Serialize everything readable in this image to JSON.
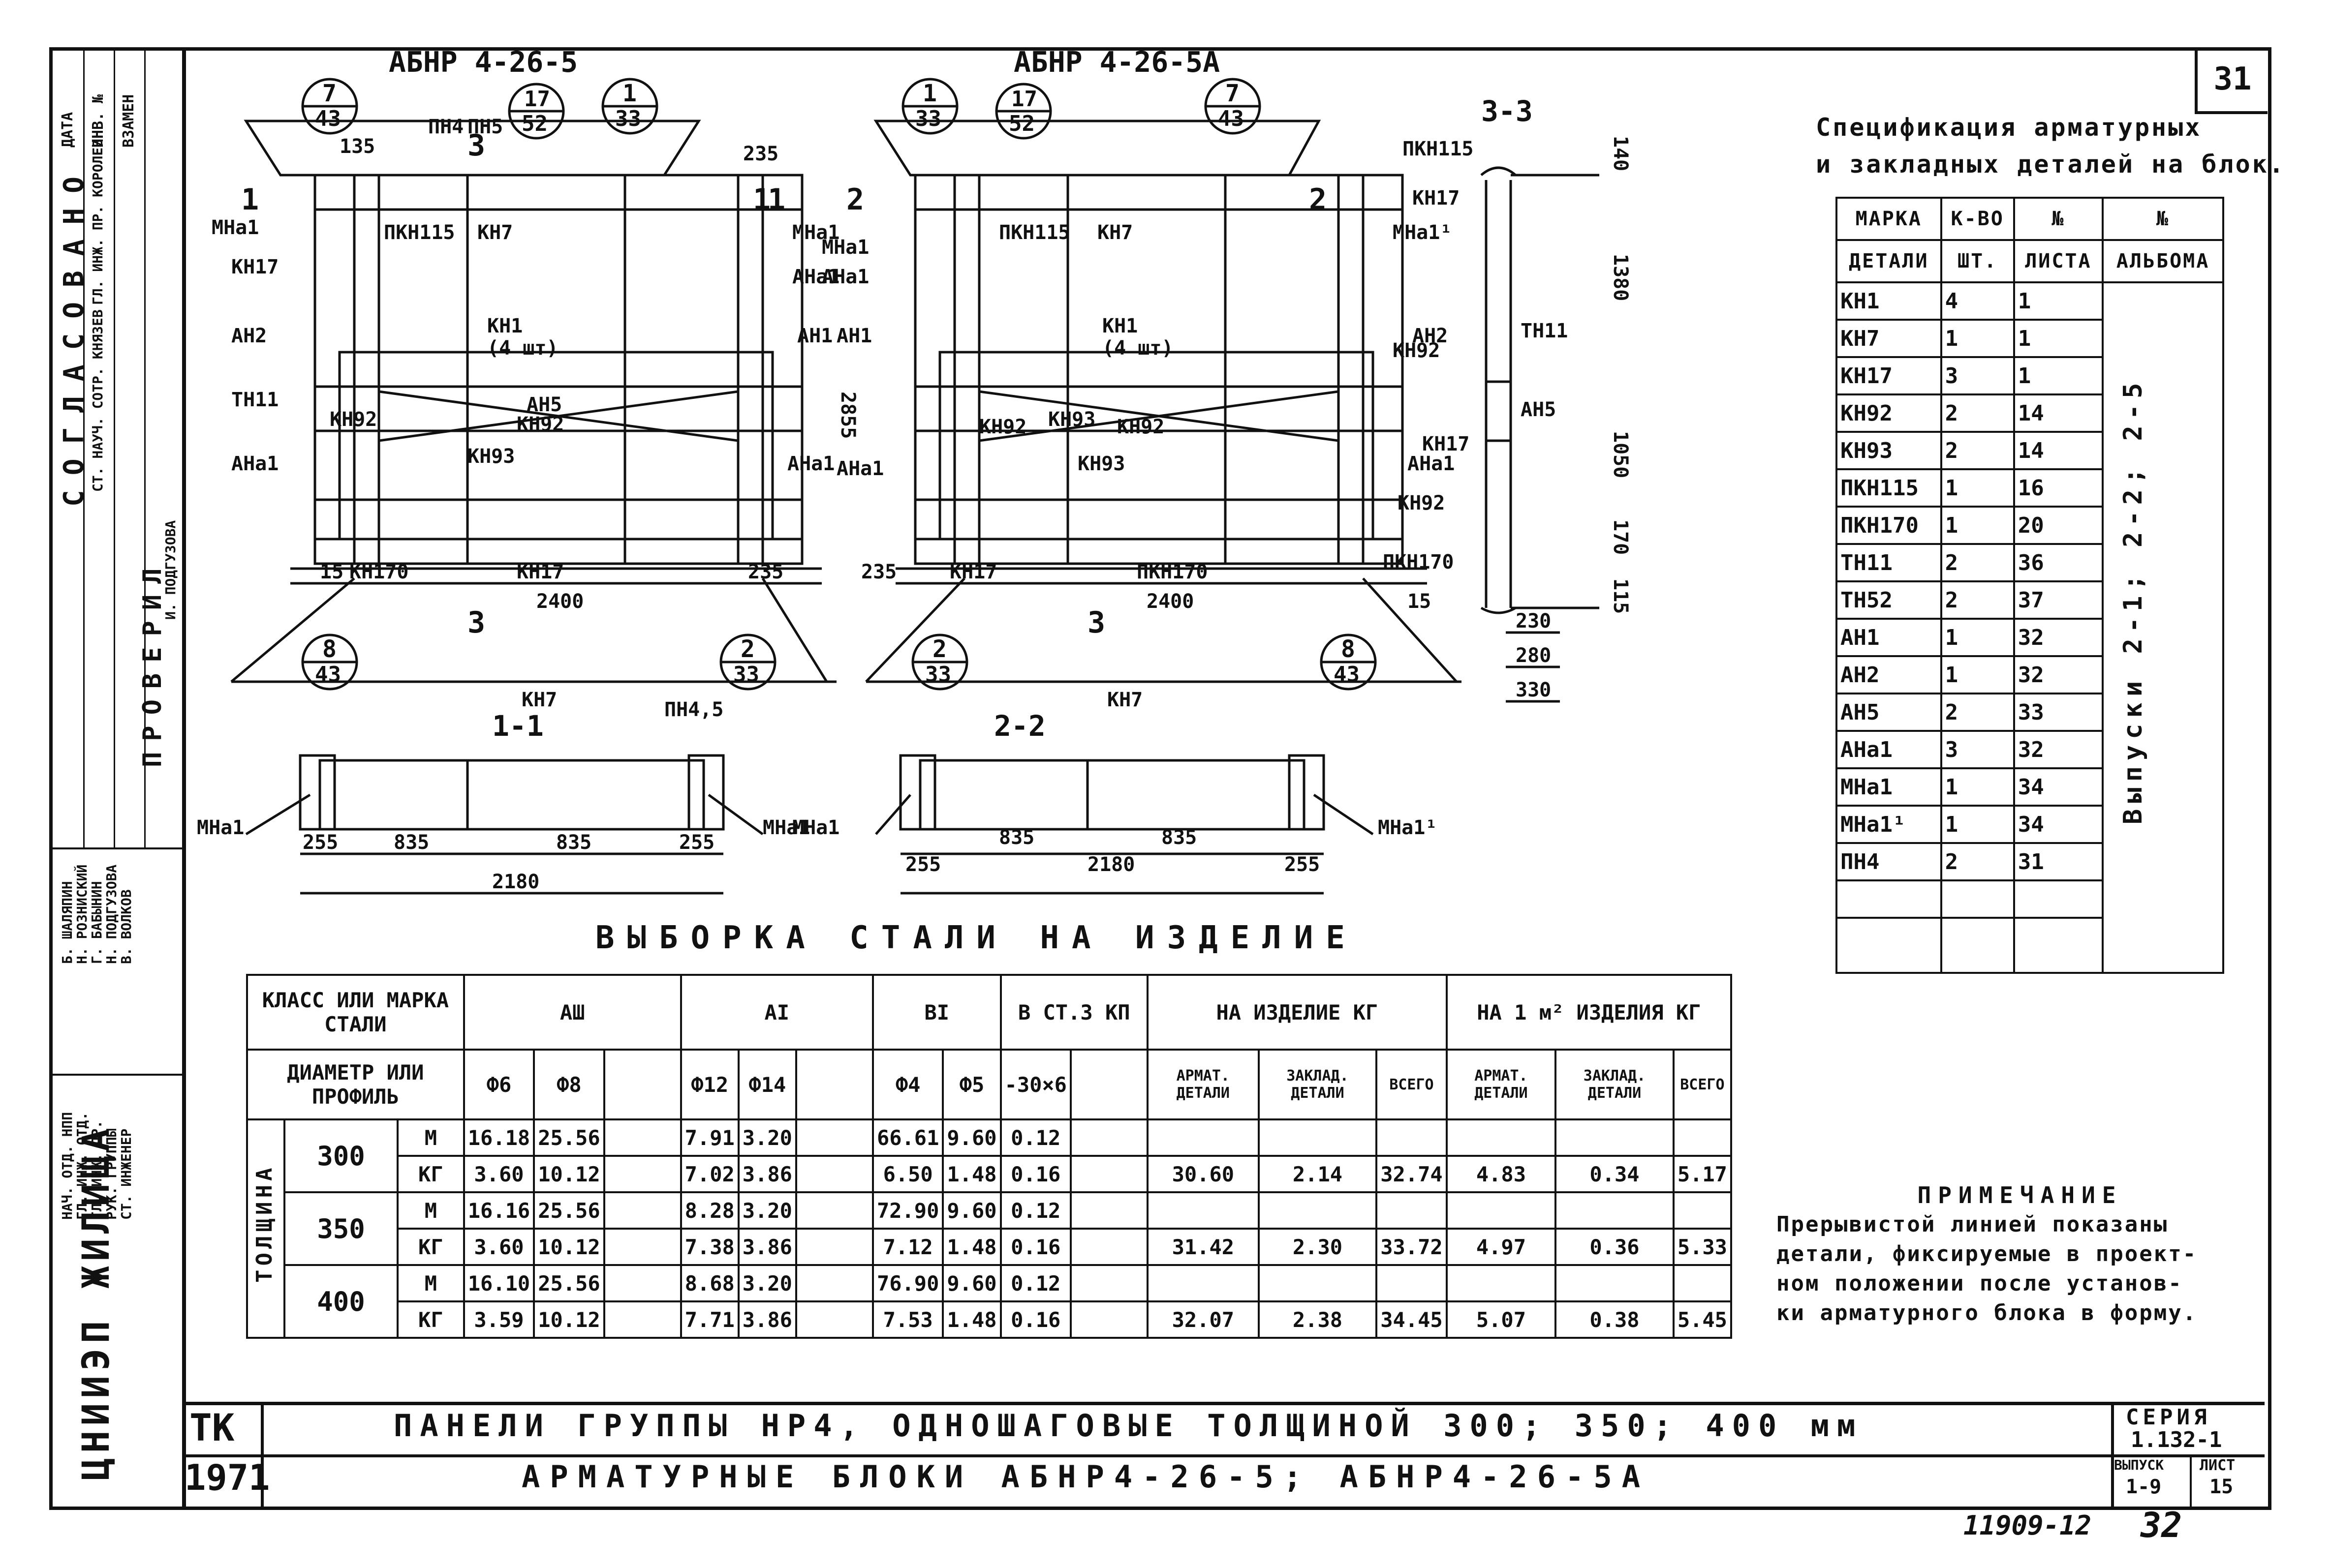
{
  "sheet": {
    "sheet_number": "31",
    "stamp": "11909-12",
    "page_number": "32",
    "organization": "ЦНИИЭП ЖИЛИЩА",
    "side_approval_title": "СОГЛАСОВАНО",
    "side_check_title": "ПРОВЕРИЛ",
    "side_labels": [
      "ДАТА",
      "ИНВ. №",
      "ВЗАМЕН",
      "ГЛ. ИНЖ. ПР. КОРОЛЕВ",
      "СТ. НАУЧ. СОТР. КНЯЗЕВ",
      "И. ПОДГУЗОВА"
    ],
    "side_roles": [
      "НАЧ. ОТД. НПП",
      "ГЛ. ИНЖ. ОТД.",
      "ГЛ. ИНЖ. ПР.",
      "РУК. ГРУППЫ",
      "СТ. ИНЖЕНЕР"
    ],
    "side_names": [
      "Б. ШАЛЯПИН",
      "Н. РОЗНИСКИЙ",
      "Г. БАБЫНИН",
      "Н. ПОДГУЗОВА",
      "В. ВОЛКОВ"
    ]
  },
  "drawings": {
    "block_a_title": "АБНР 4-26-5",
    "block_b_title": "АБНР 4-26-5А",
    "section_33": "3-3",
    "section_11": "1-1",
    "section_22": "2-2",
    "callouts": {
      "a_top_left": [
        "7",
        "43"
      ],
      "a_top_mid": [
        "17",
        "52"
      ],
      "a_top_right": [
        "1",
        "33"
      ],
      "a_bot_left": [
        "8",
        "43"
      ],
      "a_bot_right": [
        "2",
        "33"
      ],
      "b_top_left": [
        "1",
        "33"
      ],
      "b_top_mid": [
        "17",
        "52"
      ],
      "b_top_right": [
        "7",
        "43"
      ],
      "b_bot_left": [
        "2",
        "33"
      ],
      "b_bot_right": [
        "8",
        "43"
      ]
    },
    "labels_a": [
      "ПН4",
      "ПН5",
      "МНа1",
      "ПКН115",
      "КН7",
      "МНа1",
      "КН17",
      "АНа1",
      "АН2",
      "КН1",
      "(4 шт)",
      "АН1",
      "ТН11",
      "АН5",
      "КН92",
      "КН92",
      "КН93",
      "АНа1",
      "АНа1",
      "КН170",
      "КН17"
    ],
    "labels_b": [
      "МНа1",
      "АНа1",
      "ПКН115",
      "КН7",
      "МНа1¹",
      "АН1",
      "КН1",
      "(4 шт)",
      "АН2",
      "КН93",
      "КН92",
      "КН92",
      "КН93",
      "АНа1",
      "АНа1",
      "КН17",
      "ПКН170"
    ],
    "labels_33": [
      "ПКН115",
      "КН17",
      "ТН11",
      "КН92",
      "АН5",
      "КН17",
      "КН92",
      "ПКН170"
    ],
    "labels_sec": [
      "КН7",
      "ПН4,5",
      "МНа1",
      "МНа1",
      "КН7",
      "МНа1",
      "МНа1¹"
    ],
    "dims": {
      "a_135": "135",
      "a_235": "235",
      "a_2855": "2855",
      "a_15": "15",
      "a_235b": "235",
      "a_2400": "2400",
      "b_235": "235",
      "b_2400": "2400",
      "b_15": "15",
      "s_140": "140",
      "s_1380": "1380",
      "s_1050": "1050",
      "s_170": "170",
      "s_115": "115",
      "s_230": "230",
      "s_280": "280",
      "s_330": "330",
      "sec1_255": "255",
      "sec1_835": "835",
      "sec1_835b": "835",
      "sec1_255b": "255",
      "sec1_2180": "2180",
      "sec2_255": "255",
      "sec2_835": "835",
      "sec2_835b": "835",
      "sec2_255b": "255",
      "sec2_2180": "2180"
    },
    "cut_marks": [
      "1",
      "1",
      "2",
      "2",
      "1",
      "3",
      "3",
      "3"
    ]
  },
  "spec": {
    "title_line1": "Спецификация арматурных",
    "title_line2": "и закладных деталей на блок.",
    "headers": [
      "МАРКА",
      "К-ВО",
      "№",
      "№"
    ],
    "headers2": [
      "ДЕТАЛИ",
      "ШТ.",
      "ЛИСТА",
      "АЛЬБОМА"
    ],
    "rows": [
      [
        "КН1",
        "4",
        "1"
      ],
      [
        "КН7",
        "1",
        "1"
      ],
      [
        "КН17",
        "3",
        "1"
      ],
      [
        "КН92",
        "2",
        "14"
      ],
      [
        "КН93",
        "2",
        "14"
      ],
      [
        "ПКН115",
        "1",
        "16"
      ],
      [
        "ПКН170",
        "1",
        "20"
      ],
      [
        "ТН11",
        "2",
        "36"
      ],
      [
        "ТН52",
        "2",
        "37"
      ],
      [
        "АН1",
        "1",
        "32"
      ],
      [
        "АН2",
        "1",
        "32"
      ],
      [
        "АН5",
        "2",
        "33"
      ],
      [
        "АНа1",
        "3",
        "32"
      ],
      [
        "МНа1",
        "1",
        "34"
      ],
      [
        "МНа1¹",
        "1",
        "34"
      ],
      [
        "ПН4",
        "2",
        "31"
      ]
    ],
    "album": "Выпуски 2-1; 2-2; 2-5"
  },
  "steel": {
    "title": "ВЫБОРКА СТАЛИ НА ИЗДЕЛИЕ",
    "h_class": "КЛАСС ИЛИ МАРКА СТАЛИ",
    "h_diam": "ДИАМЕТР ИЛИ ПРОФИЛЬ",
    "h_a3": "АШ",
    "h_a1": "АI",
    "h_b1": "ВI",
    "h_bst": "В СТ.3 КП",
    "h_item": "НА ИЗДЕЛИЕ КГ",
    "h_m2": "НА 1 м² ИЗДЕЛИЯ КГ",
    "profiles": [
      "Ф6",
      "Ф8",
      "",
      "Ф12",
      "Ф14",
      "",
      "Ф4",
      "Ф5",
      "-30×6",
      ""
    ],
    "sub": [
      "АРМАТ. ДЕТАЛИ",
      "ЗАКЛАД. ДЕТАЛИ",
      "ВСЕГО",
      "АРМАТ. ДЕТАЛИ",
      "ЗАКЛАД. ДЕТАЛИ",
      "ВСЕГО"
    ],
    "thickness_label": "ТОЛЩИНА",
    "groups": [
      {
        "t": "300",
        "m": [
          "16.18",
          "25.56",
          "",
          "7.91",
          "3.20",
          "",
          "66.61",
          "9.60",
          "0.12",
          "",
          "",
          "",
          "",
          "",
          "",
          ""
        ],
        "kg": [
          "3.60",
          "10.12",
          "",
          "7.02",
          "3.86",
          "",
          "6.50",
          "1.48",
          "0.16",
          "",
          "30.60",
          "2.14",
          "32.74",
          "4.83",
          "0.34",
          "5.17"
        ]
      },
      {
        "t": "350",
        "m": [
          "16.16",
          "25.56",
          "",
          "8.28",
          "3.20",
          "",
          "72.90",
          "9.60",
          "0.12",
          "",
          "",
          "",
          "",
          "",
          "",
          ""
        ],
        "kg": [
          "3.60",
          "10.12",
          "",
          "7.38",
          "3.86",
          "",
          "7.12",
          "1.48",
          "0.16",
          "",
          "31.42",
          "2.30",
          "33.72",
          "4.97",
          "0.36",
          "5.33"
        ]
      },
      {
        "t": "400",
        "m": [
          "16.10",
          "25.56",
          "",
          "8.68",
          "3.20",
          "",
          "76.90",
          "9.60",
          "0.12",
          "",
          "",
          "",
          "",
          "",
          "",
          ""
        ],
        "kg": [
          "3.59",
          "10.12",
          "",
          "7.71",
          "3.86",
          "",
          "7.53",
          "1.48",
          "0.16",
          "",
          "32.07",
          "2.38",
          "34.45",
          "5.07",
          "0.38",
          "5.45"
        ]
      }
    ],
    "unit_m": "М",
    "unit_kg": "КГ"
  },
  "note": {
    "title": "ПРИМЕЧАНИЕ",
    "lines": [
      "Прерывистой линией показаны",
      "детали, фиксируемые в проект-",
      "ном положении после установ-",
      "ки арматурного блока в форму."
    ]
  },
  "title_block": {
    "tk": "ТК",
    "year": "1971",
    "line1": "ПАНЕЛИ ГРУППЫ НР4, ОДНОШАГОВЫЕ ТОЛЩИНОЙ 300; 350; 400 мм",
    "line2": "АРМАТУРНЫЕ БЛОКИ АБНР4-26-5; АБНР4-26-5А",
    "series_label": "СЕРИЯ",
    "series": "1.132-1",
    "issue_label": "ВЫПУСК",
    "issue": "1-9",
    "sheet_label": "ЛИСТ",
    "sheet": "15"
  }
}
